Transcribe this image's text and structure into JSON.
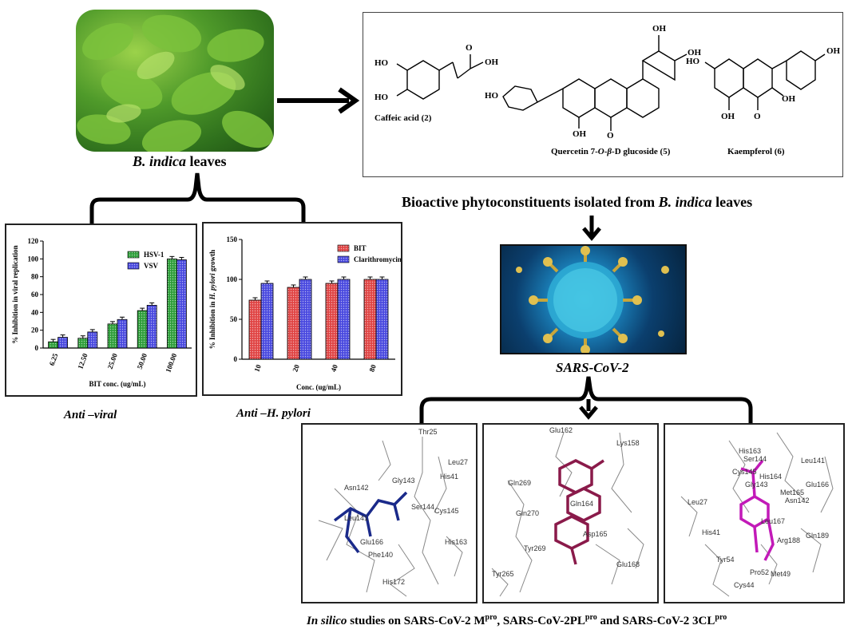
{
  "leaves": {
    "caption_species": "B. indica",
    "caption_rest": " leaves"
  },
  "compounds": [
    {
      "name": "Caffeic acid (2)"
    },
    {
      "name_pre": "Quercetin 7-",
      "name_O": "O",
      "name_mid": "-",
      "name_beta": "β",
      "name_post": "-D glucoside (5)"
    },
    {
      "name": "Kaempferol (6)"
    }
  ],
  "atoms": {
    "oh": "OH",
    "ho": "HO",
    "o": "O"
  },
  "bioactive": {
    "pre": "Bioactive phytoconstituents isolated from ",
    "species": "B. indica",
    "post": " leaves"
  },
  "sars": {
    "label": "SARS-CoV-2"
  },
  "antiviral": {
    "label": "Anti –viral"
  },
  "antihp": {
    "pre": "Anti –",
    "species": "H. pylori"
  },
  "insilico": {
    "pre_italic": "In silico",
    "text1": " studies on SARS-CoV-2 M",
    "sup1": "pro",
    "text2": ", SARS-CoV-2PL",
    "sup2": "pro",
    "text3": " and SARS-CoV-2 3CL",
    "sup3": "pro"
  },
  "docking": {
    "panel1": [
      "Thr25",
      "Leu27",
      "His41",
      "Gly143",
      "Asn142",
      "Ser144",
      "Cys145",
      "Leu141",
      "Glu166",
      "Phe140",
      "His163",
      "His172"
    ],
    "panel2": [
      "Glu162",
      "Lys158",
      "Gln269",
      "Gln270",
      "Gln164",
      "Asp165",
      "Tyr269",
      "Tyr265",
      "Glu168"
    ],
    "panel3": [
      "His163",
      "Ser144",
      "Leu141",
      "Cys145",
      "His164",
      "Gly143",
      "Met165",
      "Asn142",
      "Glu166",
      "Leu27",
      "Leu167",
      "His41",
      "Arg188",
      "Gln189",
      "Tyr54",
      "Pro52",
      "Cys44",
      "Met49"
    ]
  },
  "chart_data": [
    {
      "type": "bar",
      "title": "",
      "xlabel": "BIT conc. (ug/mL)",
      "ylabel": "% Inhibition in viral replication",
      "ylim": [
        0,
        120
      ],
      "yticks": [
        0,
        20,
        40,
        60,
        80,
        100,
        120
      ],
      "categories": [
        "6.25",
        "12.50",
        "25.00",
        "50.00",
        "100.00"
      ],
      "series": [
        {
          "name": "HSV-1",
          "values": [
            7,
            11,
            27,
            42,
            100
          ],
          "color": "#2e9e3a"
        },
        {
          "name": "VSV",
          "values": [
            12,
            18,
            32,
            48,
            99
          ],
          "color": "#4a4adf"
        }
      ],
      "legend": "top-right"
    },
    {
      "type": "bar",
      "title": "",
      "xlabel": "Conc. (ug/mL)",
      "ylabel_pre": "% Inhibition in ",
      "ylabel_species": "H. pylori",
      "ylabel_post": " growth",
      "ylim": [
        0,
        150
      ],
      "yticks": [
        0,
        50,
        100,
        150
      ],
      "categories": [
        "10",
        "20",
        "40",
        "80"
      ],
      "series": [
        {
          "name": "BIT",
          "values": [
            74,
            90,
            95,
            100
          ],
          "color": "#e04545"
        },
        {
          "name": "Clarithromycin",
          "values": [
            95,
            100,
            100,
            100
          ],
          "color": "#4a4adf"
        }
      ],
      "legend": "top-right"
    }
  ]
}
